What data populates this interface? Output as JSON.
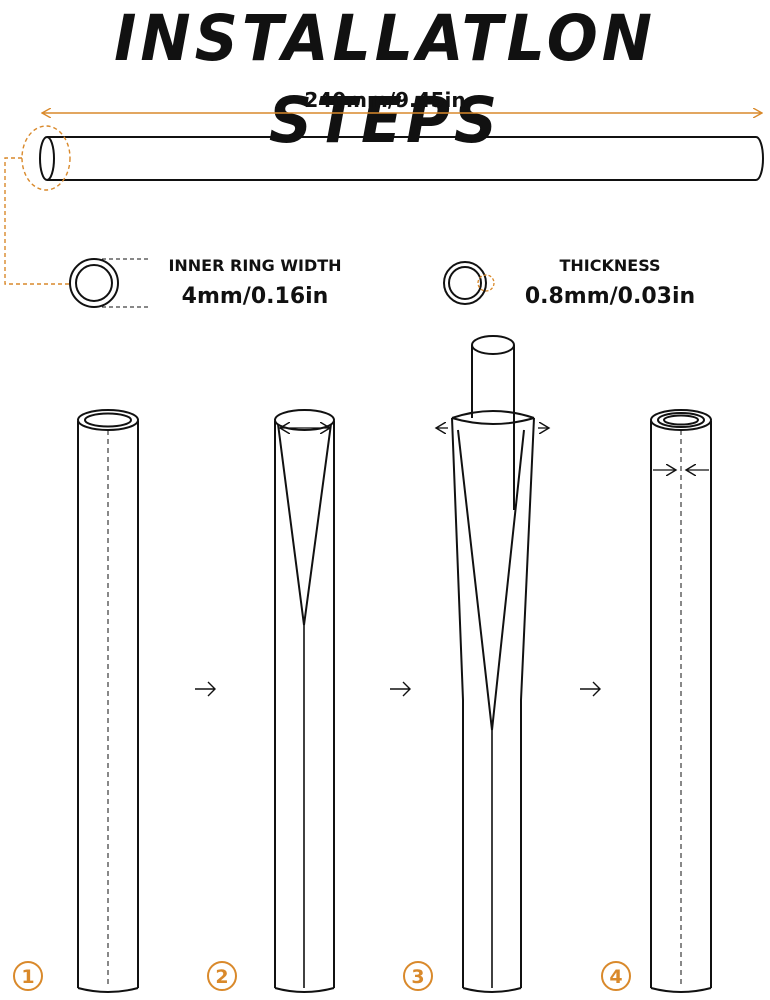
{
  "title": "INSTALLATLON STEPS",
  "length": "240mm/9.45in",
  "inner_ring": {
    "title": "INNER RING WIDTH",
    "value": "4mm/0.16in"
  },
  "thickness": {
    "title": "THICKNESS",
    "value": "0.8mm/0.03in"
  },
  "steps": [
    "1",
    "2",
    "3",
    "4"
  ],
  "colors": {
    "accent": "#d9892b",
    "line": "#111111"
  }
}
